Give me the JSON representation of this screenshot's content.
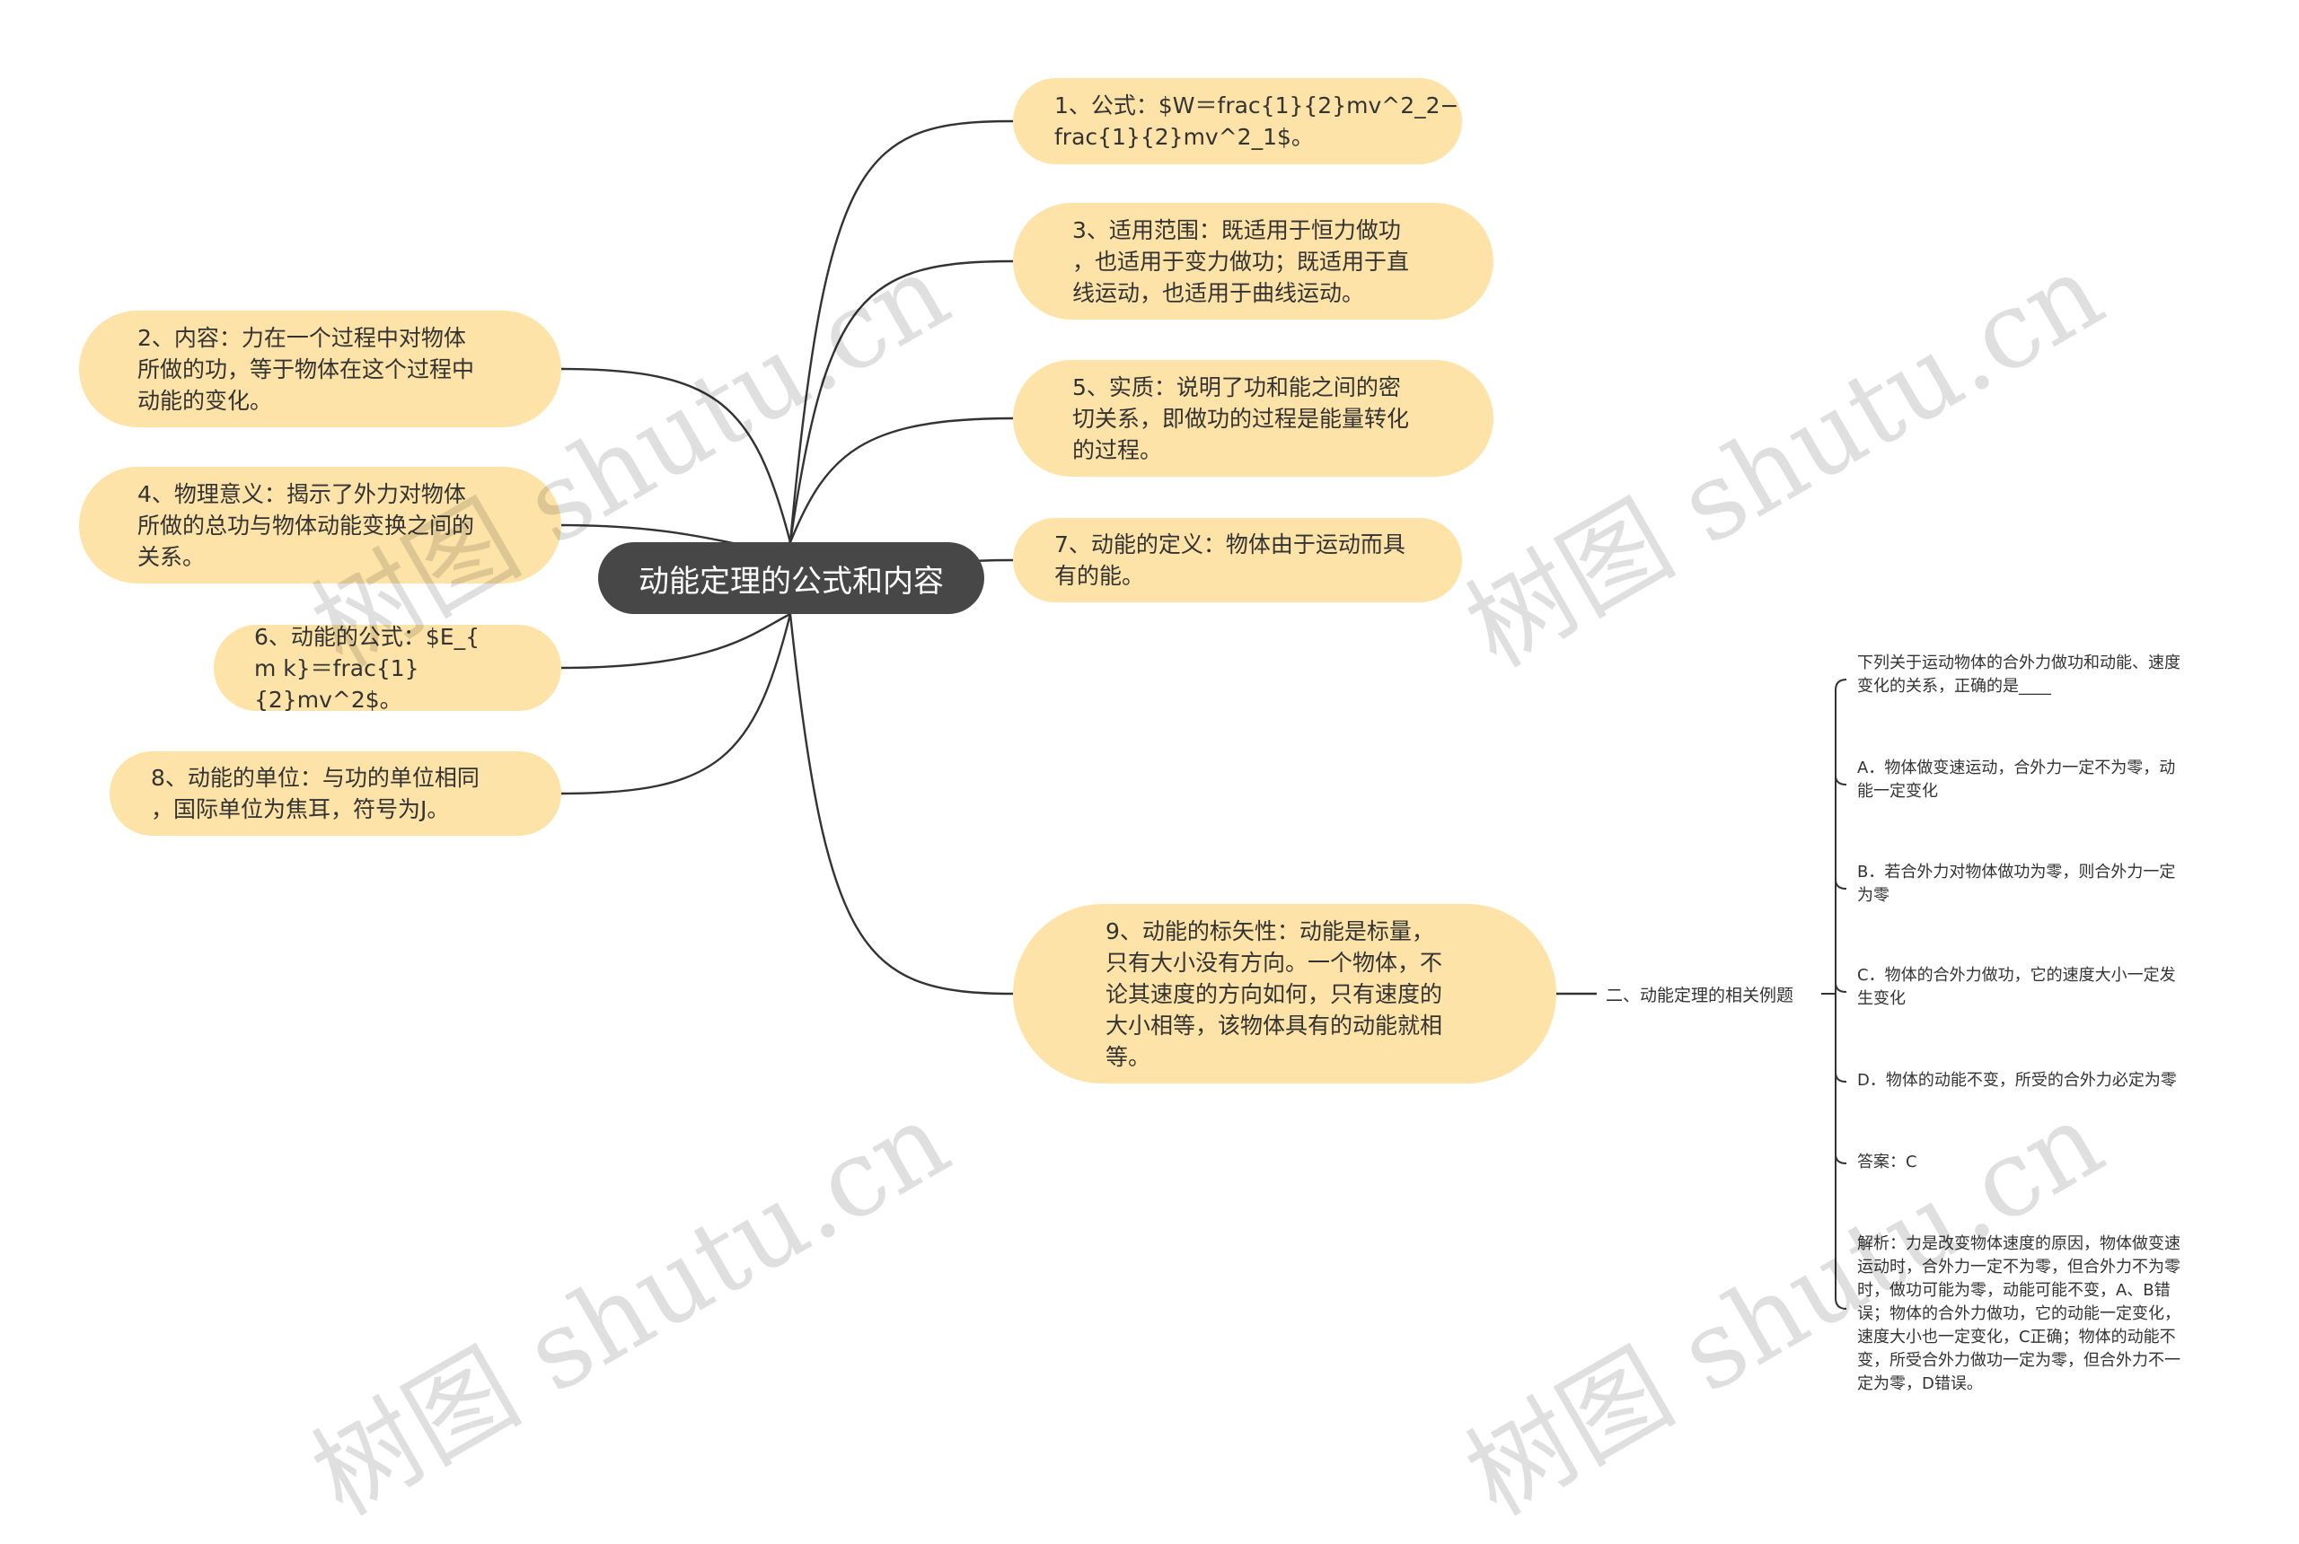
{
  "root": "动能定理的公式和内容",
  "right_nodes": [
    "1、公式：$W＝frac{1}{2}mv^2_2−\nfrac{1}{2}mv^2_1$。",
    "3、适用范围：既适用于恒力做功\n，也适用于变力做功；既适用于直\n线运动，也适用于曲线运动。",
    "5、实质：说明了功和能之间的密\n切关系，即做功的过程是能量转化\n的过程。",
    "7、动能的定义：物体由于运动而具\n有的能。",
    "9、动能的标矢性：动能是标量，\n只有大小没有方向。一个物体，不\n论其速度的方向如何，只有速度的\n大小相等，该物体具有的动能就相\n等。"
  ],
  "left_nodes": [
    "2、内容：力在一个过程中对物体\n所做的功，等于物体在这个过程中\n动能的变化。",
    "4、物理意义：揭示了外力对物体\n所做的总功与物体动能变换之间的\n关系。",
    "6、动能的公式：$E_{\nm k}＝frac{1}{2}mv^2$。",
    "8、动能的单位：与功的单位相同\n，国际单位为焦耳，符号为J。"
  ],
  "sub_title": "二、动能定理的相关例题",
  "examples": [
    "下列关于运动物体的合外力做功和动能、速度\n变化的关系，正确的是____",
    "A．物体做变速运动，合外力一定不为零，动\n能一定变化",
    "B．若合外力对物体做功为零，则合外力一定\n为零",
    "C．物体的合外力做功，它的速度大小一定发\n生变化",
    "D．物体的动能不变，所受的合外力必定为零",
    "答案：C",
    "解析：力是改变物体速度的原因，物体做变速\n运动时，合外力一定不为零，但合外力不为零\n时，做功可能为零，动能可能不变，A、B错\n误；物体的合外力做功，它的动能一定变化，\n速度大小也一定变化，C正确；物体的动能不\n变，所受合外力做功一定为零，但合外力不一\n定为零，D错误。"
  ],
  "watermark": "树图 shutu.cn",
  "colors": {
    "node_fill": "#fde3a7",
    "root_fill": "#474747",
    "line": "#333333"
  }
}
